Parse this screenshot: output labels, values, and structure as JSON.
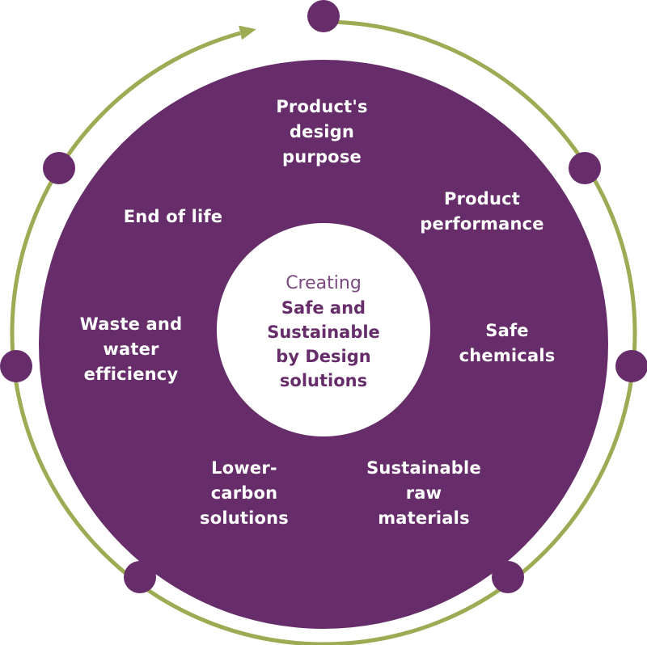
{
  "colors": {
    "disc": "#662d6a",
    "ring": "#9cab54",
    "node": "#662d6a",
    "center_fill": "#ffffff",
    "label_text": "#ffffff",
    "center_text": "#662d6a"
  },
  "center": {
    "intro": "Creating",
    "lines": [
      "Safe and",
      "Sustainable",
      "by Design",
      "solutions"
    ]
  },
  "segments": [
    {
      "id": "design-purpose",
      "lines": [
        "Product's",
        "design",
        "purpose"
      ]
    },
    {
      "id": "product-performance",
      "lines": [
        "Product",
        "performance"
      ]
    },
    {
      "id": "safe-chemicals",
      "lines": [
        "Safe",
        "chemicals"
      ]
    },
    {
      "id": "sustainable-raw-materials",
      "lines": [
        "Sustainable",
        "raw",
        "materials"
      ]
    },
    {
      "id": "lower-carbon-solutions",
      "lines": [
        "Lower-",
        "carbon",
        "solutions"
      ]
    },
    {
      "id": "waste-water-efficiency",
      "lines": [
        "Waste and",
        "water",
        "efficiency"
      ]
    },
    {
      "id": "end-of-life",
      "lines": [
        "End of life"
      ]
    }
  ],
  "cycle": {
    "direction": "clockwise",
    "node_count": 7,
    "arrow_icon": "arrow-right-icon"
  }
}
